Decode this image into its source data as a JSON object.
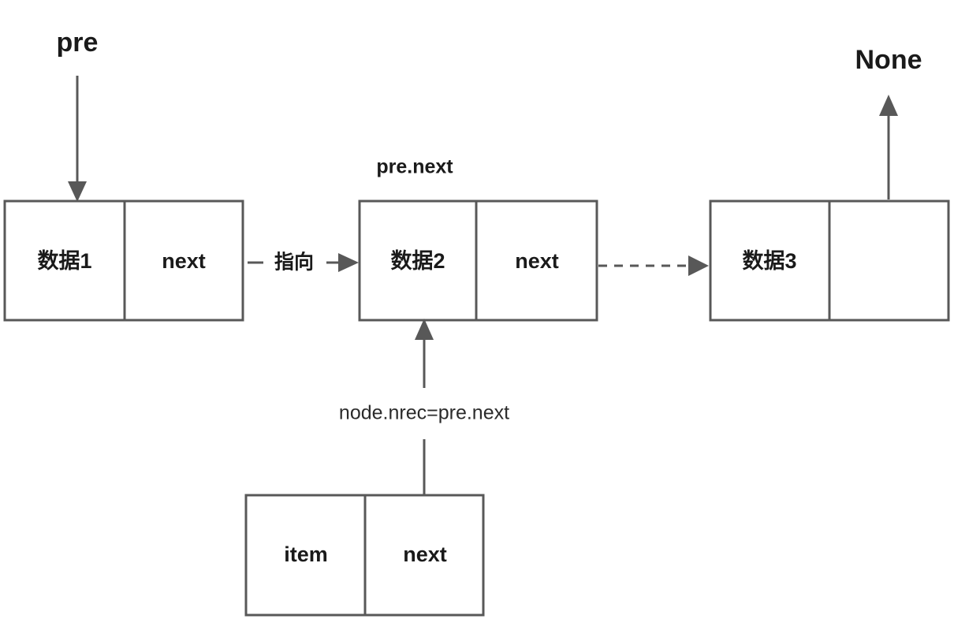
{
  "diagram": {
    "title": "linked-list-insertion-diagram",
    "colors": {
      "stroke": "#585858",
      "text": "#1a1a1a",
      "background": "#ffffff"
    },
    "pointers": {
      "pre": "pre",
      "pre_next": "pre.next",
      "none": "None"
    },
    "nodes": [
      {
        "id": "node-1",
        "data_label": "数据1",
        "next_label": "next"
      },
      {
        "id": "node-2",
        "data_label": "数据2",
        "next_label": "next"
      },
      {
        "id": "node-3",
        "data_label": "数据3",
        "next_label": ""
      },
      {
        "id": "node-new",
        "data_label": "item",
        "next_label": "next"
      }
    ],
    "edges": {
      "point_to": "指向",
      "assignment": "node.nrec=pre.next"
    }
  }
}
